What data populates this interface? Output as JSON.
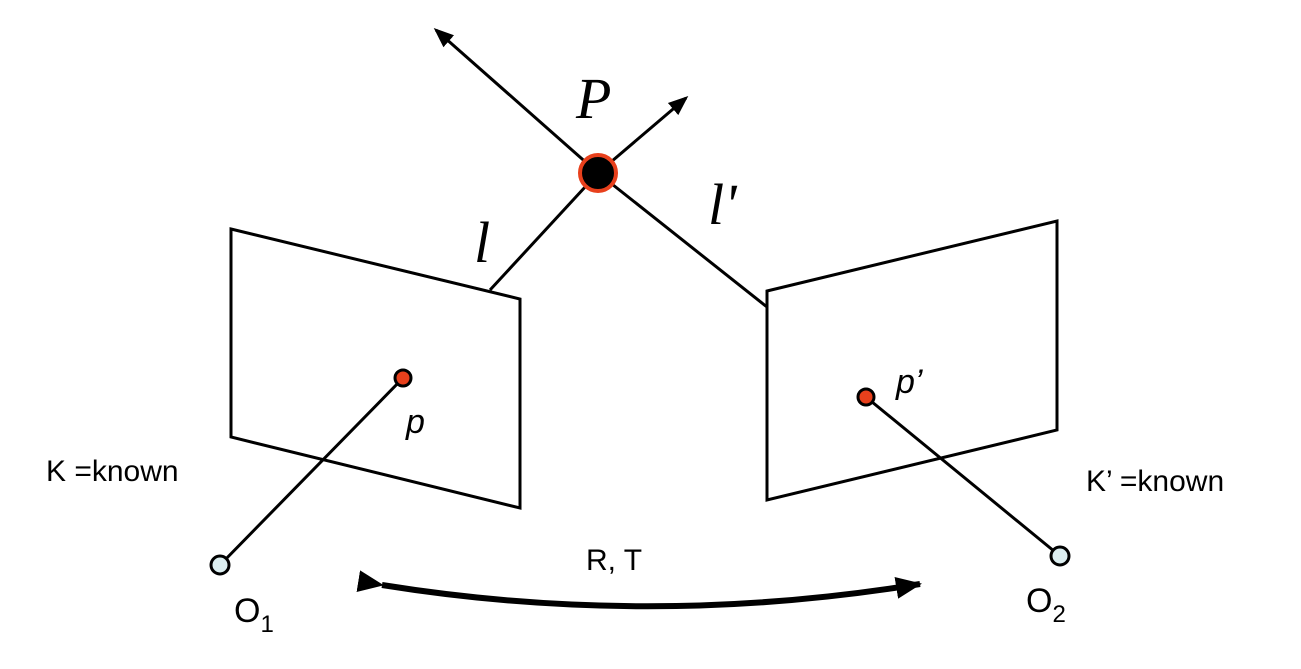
{
  "labels": {
    "point_P": "P",
    "ray_l": "l",
    "ray_l_prime": "l'",
    "image_point_p": "p",
    "image_point_p_prime": "p’",
    "intrinsics_left": "K =known",
    "intrinsics_right": "K’ =known",
    "extrinsics": "R, T",
    "center_left": {
      "main": "O",
      "sub": "1"
    },
    "center_right": {
      "main": "O",
      "sub": "2"
    }
  },
  "colors": {
    "line": "#000000",
    "point_P_fill": "#000000",
    "point_P_ring": "#e8401c",
    "image_point_fill": "#e8401c",
    "camera_center_fill": "#dceef0"
  }
}
